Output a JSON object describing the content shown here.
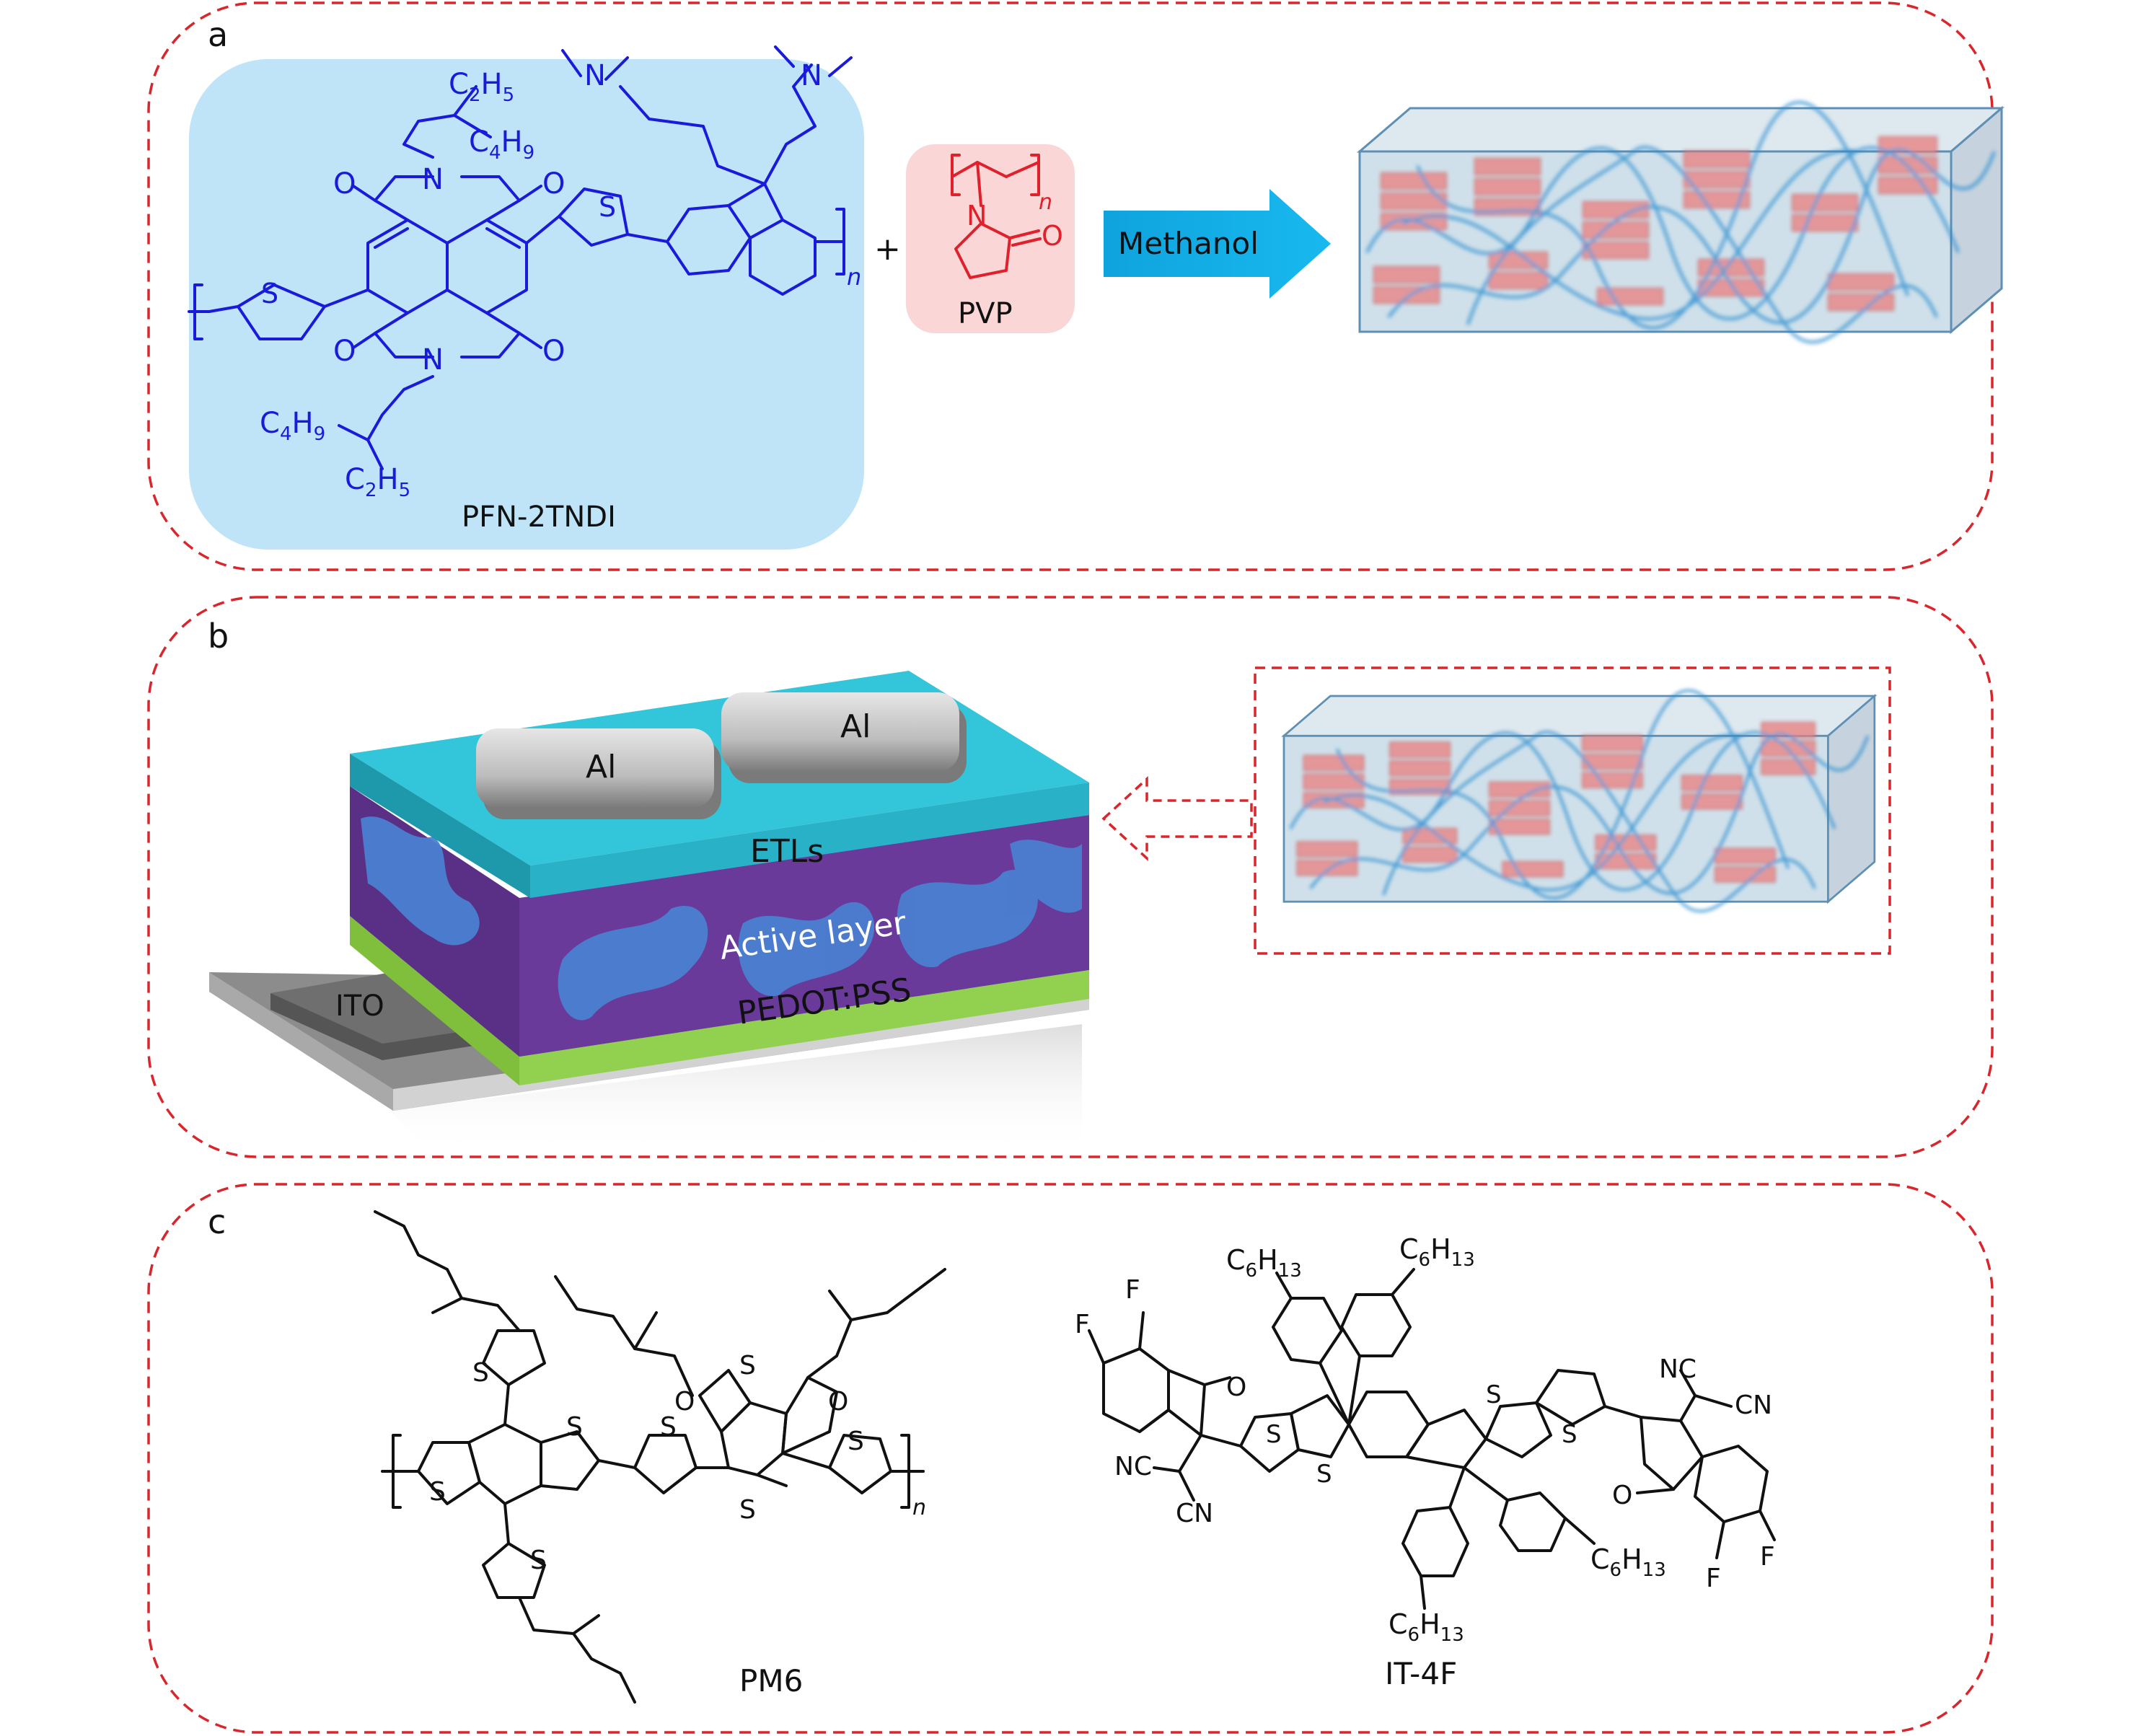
{
  "panels": {
    "a": {
      "label": "a",
      "polymer_name": "PFN-2TNDI",
      "subst_top_1": "C2H5",
      "subst_top_2": "C4H9",
      "subst_bot_1": "C4H9",
      "subst_bot_2": "C2H5",
      "atom_n": "N",
      "atom_o": "O",
      "atom_s": "S",
      "repeat_n": "n",
      "plus": "+",
      "additive_name": "PVP",
      "arrow_label": "Methanol"
    },
    "b": {
      "label": "b",
      "electrode_left": "Al",
      "electrode_right": "Al",
      "layer_etl": "ETLs",
      "layer_active": "Active layer",
      "layer_pedot": "PEDOT:PSS",
      "substrate": "ITO"
    },
    "c": {
      "label": "c",
      "donor_name": "PM6",
      "acceptor_name": "IT-4F",
      "sub_c6h13": "C6H13",
      "atom_f": "F",
      "group_nc": "NC",
      "group_cn": "CN"
    }
  },
  "colors": {
    "panel_border": "#d9262c",
    "structure_blue": "#1a1adb",
    "pvp_red": "#e0202a",
    "pfn_box": "#bfe4f8",
    "pvp_box": "#fbd6d6",
    "arrow": "#12aee8",
    "etl": "#2ec3d8",
    "active": "#6a3a9a",
    "pedot": "#92d050",
    "ito": "#777777",
    "aluminum": "#bdbdbd"
  }
}
